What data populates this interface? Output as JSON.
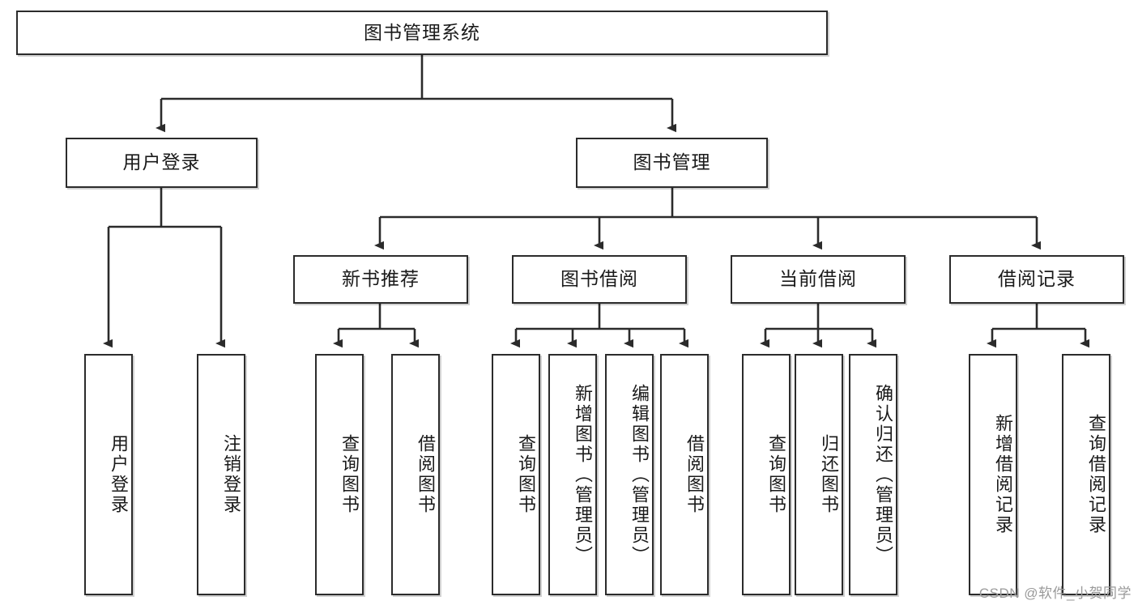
{
  "diagram": {
    "title_node": {
      "label": "图书管理系统"
    },
    "level2": [
      {
        "id": "user-login",
        "label": "用户登录"
      },
      {
        "id": "book-management",
        "label": "图书管理"
      }
    ],
    "level3": [
      {
        "id": "new-book-recommend",
        "label": "新书推荐"
      },
      {
        "id": "book-borrow",
        "label": "图书借阅"
      },
      {
        "id": "current-borrow",
        "label": "当前借阅"
      },
      {
        "id": "borrow-record",
        "label": "借阅记录"
      }
    ],
    "leaves": {
      "user_login": [
        {
          "id": "leaf-user-login",
          "label": "用户登录"
        },
        {
          "id": "leaf-logout-login",
          "label": "注销登录"
        }
      ],
      "new_book_recommend": [
        {
          "id": "leaf-query-book-1",
          "label": "查询图书"
        },
        {
          "id": "leaf-borrow-book-1",
          "label": "借阅图书"
        }
      ],
      "book_borrow": [
        {
          "id": "leaf-query-book-2",
          "label": "查询图书"
        },
        {
          "id": "leaf-add-book",
          "label": "新增图书（管理员）"
        },
        {
          "id": "leaf-edit-book",
          "label": "编辑图书（管理员）"
        },
        {
          "id": "leaf-borrow-book-2",
          "label": "借阅图书"
        }
      ],
      "current_borrow": [
        {
          "id": "leaf-query-book-3",
          "label": "查询图书"
        },
        {
          "id": "leaf-return-book",
          "label": "归还图书"
        },
        {
          "id": "leaf-confirm-return",
          "label": "确认归还（管理员）"
        }
      ],
      "borrow_record": [
        {
          "id": "leaf-add-record",
          "label": "新增借阅记录"
        },
        {
          "id": "leaf-query-record",
          "label": "查询借阅记录"
        }
      ]
    },
    "colors": {
      "stroke": "#2b2b2b",
      "fill": "#ffffff",
      "text": "#1a1a1a",
      "watermark": "#9a9a9a"
    }
  },
  "watermark": {
    "text": "CSDN @软件_小贺同学"
  }
}
